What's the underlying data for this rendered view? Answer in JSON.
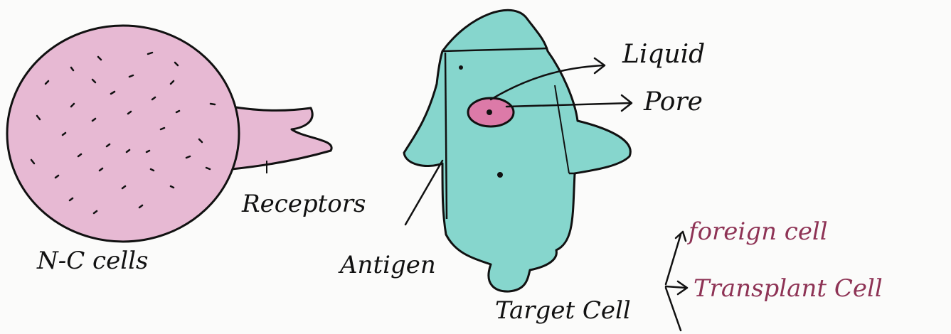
{
  "labels": {
    "nc_cells": "N-C cells",
    "receptors": "Receptors",
    "liquid": "Liquid",
    "pore": "Pore",
    "antigen": "Antigen",
    "target_cell": "Target Cell",
    "foreign_cell": "foreign cell",
    "transplant_cell": "Transplant Cell"
  },
  "colors": {
    "nc_cell_fill": "#e7b9d3",
    "target_cell_fill": "#86d6cd",
    "pore_fill": "#dc7aa8",
    "ink": "#111111",
    "maroon_ink": "#8e3355"
  }
}
